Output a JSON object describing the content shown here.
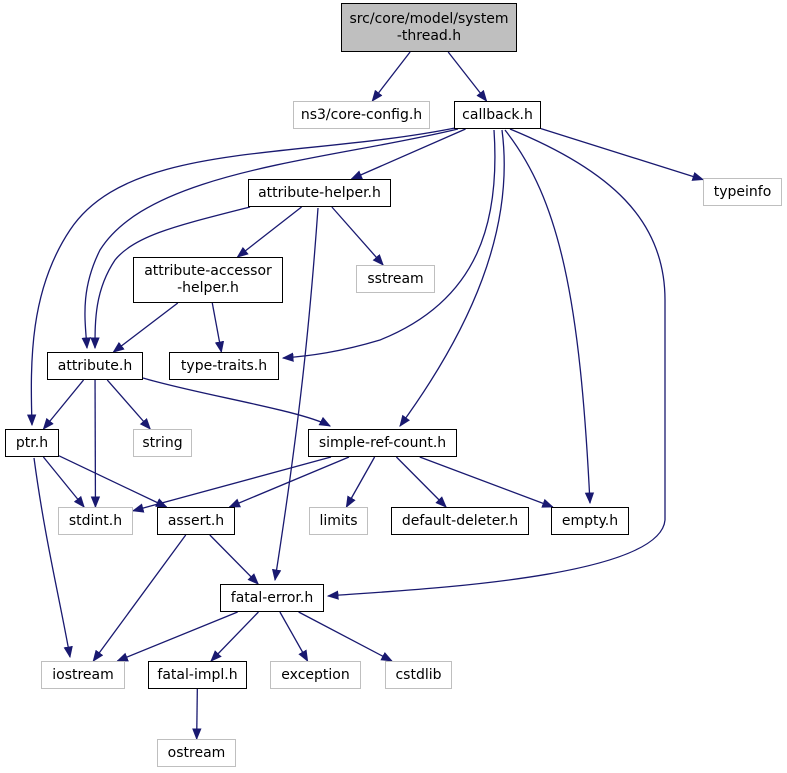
{
  "graph": {
    "title": "src/core/model/system-thread.h include dependency graph",
    "edge_color": "#191970",
    "nodes": [
      {
        "id": "root",
        "label": "src/core/model/system\n-thread.h",
        "kind": "root"
      },
      {
        "id": "core-config",
        "label": "ns3/core-config.h",
        "kind": "external"
      },
      {
        "id": "callback",
        "label": "callback.h",
        "kind": "internal"
      },
      {
        "id": "typeinfo",
        "label": "typeinfo",
        "kind": "external"
      },
      {
        "id": "attribute-helper",
        "label": "attribute-helper.h",
        "kind": "internal"
      },
      {
        "id": "attribute-accessor-helper",
        "label": "attribute-accessor\n-helper.h",
        "kind": "internal"
      },
      {
        "id": "sstream",
        "label": "sstream",
        "kind": "external"
      },
      {
        "id": "attribute",
        "label": "attribute.h",
        "kind": "internal"
      },
      {
        "id": "type-traits",
        "label": "type-traits.h",
        "kind": "internal"
      },
      {
        "id": "ptr",
        "label": "ptr.h",
        "kind": "internal"
      },
      {
        "id": "string",
        "label": "string",
        "kind": "external"
      },
      {
        "id": "simple-ref-count",
        "label": "simple-ref-count.h",
        "kind": "internal"
      },
      {
        "id": "stdint",
        "label": "stdint.h",
        "kind": "external"
      },
      {
        "id": "assert",
        "label": "assert.h",
        "kind": "internal"
      },
      {
        "id": "limits",
        "label": "limits",
        "kind": "external"
      },
      {
        "id": "default-deleter",
        "label": "default-deleter.h",
        "kind": "internal"
      },
      {
        "id": "empty",
        "label": "empty.h",
        "kind": "internal"
      },
      {
        "id": "fatal-error",
        "label": "fatal-error.h",
        "kind": "internal"
      },
      {
        "id": "iostream",
        "label": "iostream",
        "kind": "external"
      },
      {
        "id": "fatal-impl",
        "label": "fatal-impl.h",
        "kind": "internal"
      },
      {
        "id": "exception",
        "label": "exception",
        "kind": "external"
      },
      {
        "id": "cstdlib",
        "label": "cstdlib",
        "kind": "external"
      },
      {
        "id": "ostream",
        "label": "ostream",
        "kind": "external"
      }
    ],
    "edges": [
      [
        "root",
        "core-config"
      ],
      [
        "root",
        "callback"
      ],
      [
        "callback",
        "ptr"
      ],
      [
        "callback",
        "attribute"
      ],
      [
        "callback",
        "attribute-helper"
      ],
      [
        "callback",
        "type-traits"
      ],
      [
        "callback",
        "simple-ref-count"
      ],
      [
        "callback",
        "empty"
      ],
      [
        "callback",
        "fatal-error"
      ],
      [
        "callback",
        "typeinfo"
      ],
      [
        "attribute-helper",
        "attribute"
      ],
      [
        "attribute-helper",
        "attribute-accessor-helper"
      ],
      [
        "attribute-helper",
        "sstream"
      ],
      [
        "attribute-helper",
        "fatal-error"
      ],
      [
        "attribute-accessor-helper",
        "attribute"
      ],
      [
        "attribute-accessor-helper",
        "type-traits"
      ],
      [
        "attribute",
        "ptr"
      ],
      [
        "attribute",
        "stdint"
      ],
      [
        "attribute",
        "string"
      ],
      [
        "attribute",
        "simple-ref-count"
      ],
      [
        "ptr",
        "stdint"
      ],
      [
        "ptr",
        "assert"
      ],
      [
        "ptr",
        "iostream"
      ],
      [
        "simple-ref-count",
        "stdint"
      ],
      [
        "simple-ref-count",
        "assert"
      ],
      [
        "simple-ref-count",
        "limits"
      ],
      [
        "simple-ref-count",
        "default-deleter"
      ],
      [
        "simple-ref-count",
        "empty"
      ],
      [
        "assert",
        "iostream"
      ],
      [
        "assert",
        "fatal-error"
      ],
      [
        "fatal-error",
        "iostream"
      ],
      [
        "fatal-error",
        "fatal-impl"
      ],
      [
        "fatal-error",
        "exception"
      ],
      [
        "fatal-error",
        "cstdlib"
      ],
      [
        "fatal-impl",
        "ostream"
      ]
    ]
  }
}
